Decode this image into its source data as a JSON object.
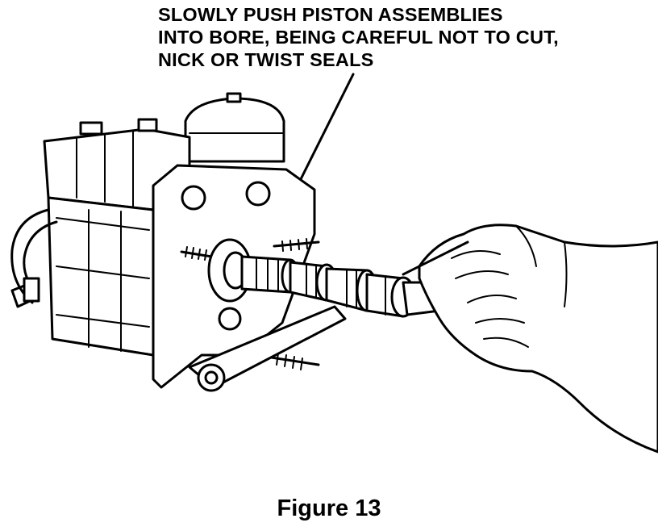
{
  "callout": {
    "lines": [
      "SLOWLY PUSH PISTON ASSEMBLIES",
      "INTO BORE, BEING CAREFUL NOT TO CUT,",
      "NICK OR TWIST SEALS"
    ]
  },
  "caption": "Figure 13",
  "colors": {
    "ink": "#000000",
    "paper": "#ffffff"
  }
}
